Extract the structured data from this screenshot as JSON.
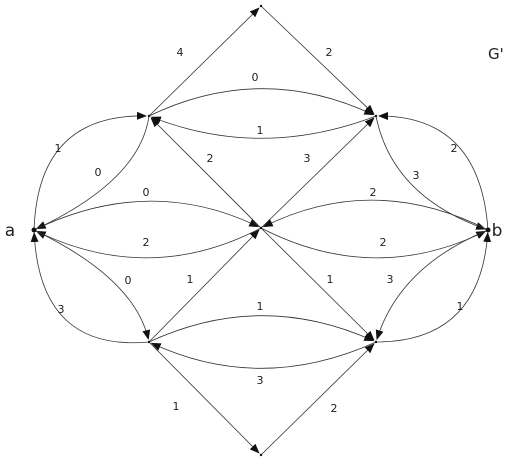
{
  "graph": {
    "title": "G'",
    "nodes": [
      {
        "id": "a",
        "label": "a"
      },
      {
        "id": "b",
        "label": "b"
      },
      {
        "id": "top",
        "label": ""
      },
      {
        "id": "bottom",
        "label": ""
      },
      {
        "id": "ul",
        "label": ""
      },
      {
        "id": "ur",
        "label": ""
      },
      {
        "id": "ll",
        "label": ""
      },
      {
        "id": "lr",
        "label": ""
      },
      {
        "id": "center",
        "label": ""
      }
    ],
    "edges": [
      {
        "from": "ul",
        "to": "top",
        "label": "4"
      },
      {
        "from": "top",
        "to": "ur",
        "label": "2"
      },
      {
        "from": "ul",
        "to": "ur",
        "label": "0"
      },
      {
        "from": "ur",
        "to": "ul",
        "label": "1"
      },
      {
        "from": "a",
        "to": "ul",
        "label": "1"
      },
      {
        "from": "ul",
        "to": "a",
        "label": "0"
      },
      {
        "from": "center",
        "to": "ul",
        "label": "2"
      },
      {
        "from": "center",
        "to": "ur",
        "label": "3"
      },
      {
        "from": "a",
        "to": "center",
        "label": "0"
      },
      {
        "from": "center",
        "to": "a",
        "label": "2"
      },
      {
        "from": "b",
        "to": "ur",
        "label": "2"
      },
      {
        "from": "ur",
        "to": "b",
        "label": "3"
      },
      {
        "from": "b",
        "to": "center",
        "label": "2"
      },
      {
        "from": "center",
        "to": "b",
        "label": "2"
      },
      {
        "from": "a",
        "to": "ll",
        "label": "0"
      },
      {
        "from": "ll",
        "to": "a",
        "label": "3"
      },
      {
        "from": "ll",
        "to": "center",
        "label": "1"
      },
      {
        "from": "center",
        "to": "lr",
        "label": "1"
      },
      {
        "from": "b",
        "to": "lr",
        "label": "3"
      },
      {
        "from": "lr",
        "to": "b",
        "label": "1"
      },
      {
        "from": "ll",
        "to": "lr",
        "label": "1"
      },
      {
        "from": "lr",
        "to": "ll",
        "label": "3"
      },
      {
        "from": "ll",
        "to": "bottom",
        "label": "1"
      },
      {
        "from": "bottom",
        "to": "lr",
        "label": "2"
      }
    ]
  }
}
